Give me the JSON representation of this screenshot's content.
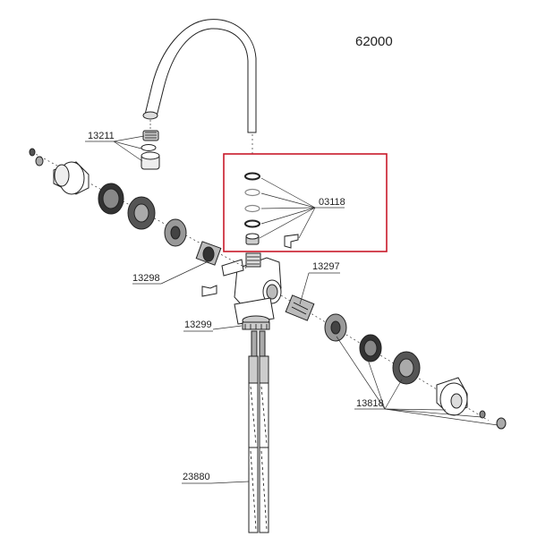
{
  "title": "62000",
  "highlight_color": "#c8192a",
  "callouts": {
    "p13211": "13211",
    "p03118": "03118",
    "p13298": "13298",
    "p13297": "13297",
    "p13299": "13299",
    "p13818": "13818",
    "p23880": "23880"
  }
}
